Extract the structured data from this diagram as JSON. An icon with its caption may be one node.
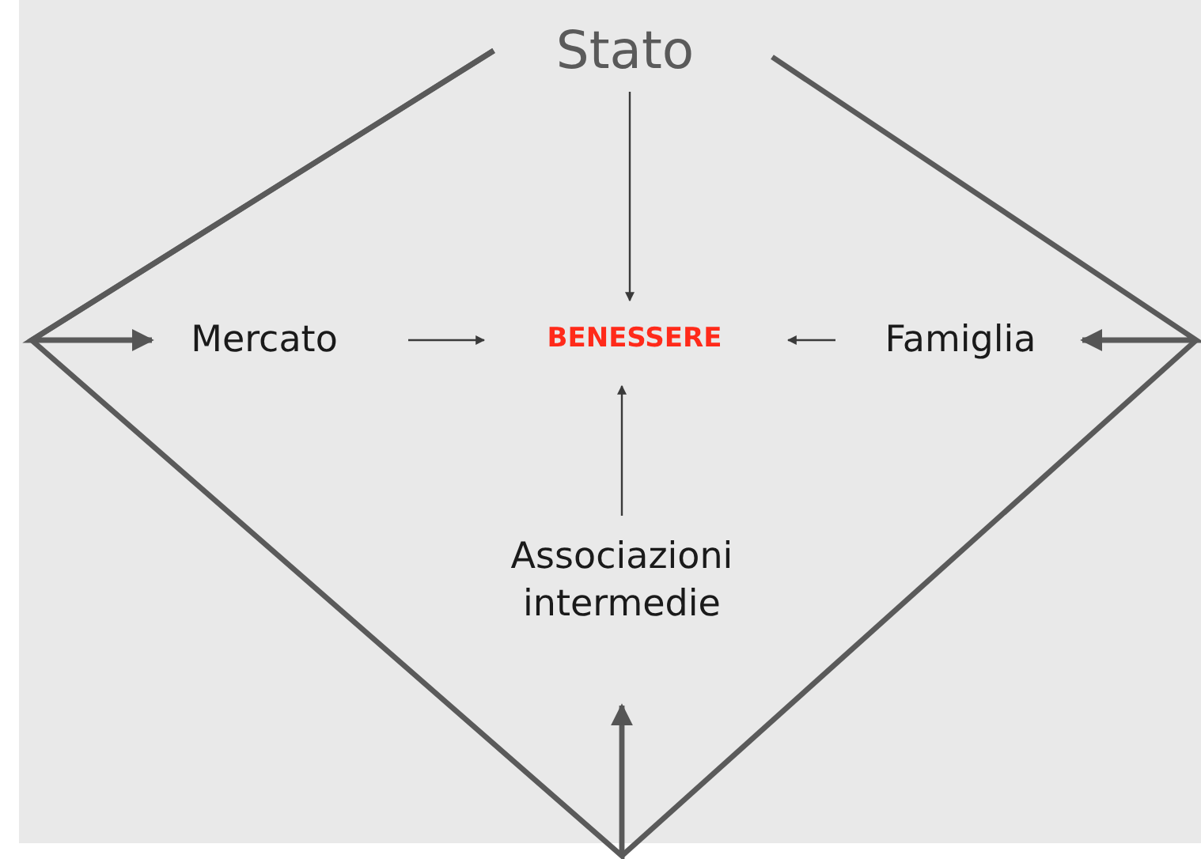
{
  "diagram": {
    "nodes": [
      {
        "text": [
          "Stato"
        ]
      },
      {
        "text": [
          "Mercato"
        ]
      },
      {
        "text": [
          "BENESSERE"
        ]
      },
      {
        "text": [
          "Famiglia"
        ]
      },
      {
        "text": [
          "Associazioni intermedie"
        ]
      }
    ],
    "edges": [
      {
        "from": 0,
        "to": 1,
        "arrow": "to",
        "style": "thick"
      },
      {
        "from": 0,
        "to": 3,
        "arrow": "to",
        "style": "thick"
      },
      {
        "from": 0,
        "to": 4,
        "arrow": "to",
        "style": "thick"
      },
      {
        "from": 0,
        "to": 2,
        "arrow": "to"
      },
      {
        "from": 1,
        "to": 2,
        "arrow": "to"
      },
      {
        "from": 3,
        "to": 2,
        "arrow": "to"
      },
      {
        "from": 4,
        "to": 2,
        "arrow": "to"
      }
    ]
  }
}
